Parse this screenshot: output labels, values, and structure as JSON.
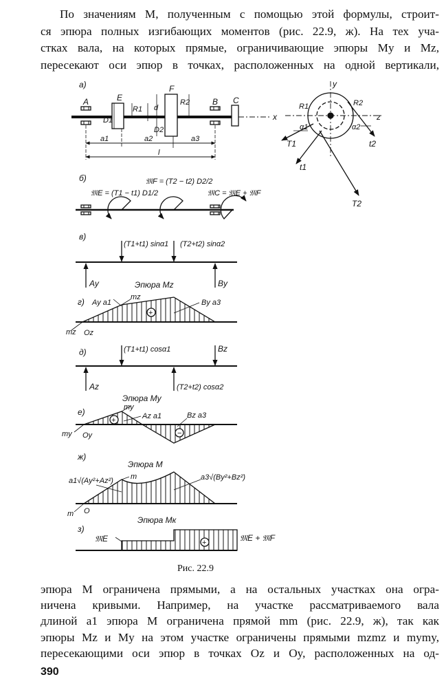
{
  "text_top": [
    "По значениям M, полученным с помощью этой формулы, строит-",
    "ся эпюра полных изгибающих моментов (рис. 22.9, ж). На тех уча-",
    "стках вала, на которых прямые, ограничивающие эпюры My и Mz,",
    "пересекают оси эпюр в точках, расположенных на одной вертикали,"
  ],
  "text_bottom": [
    "эпюра M ограничена прямыми, а на остальных участках она огра-",
    "ничена кривыми. Например, на участке рассматриваемого вала",
    "длиной a1 эпюра M ограничена прямой mm (рис. 22.9, ж), так как",
    "эпюры Mz и My на этом участке ограничены прямыми mzmz и mymy,",
    "пересекающими оси эпюр в точках Oz и Oy, расположенных на од-"
  ],
  "page_number": "390",
  "figure": {
    "caption": "Рис. 22.9",
    "a": {
      "label": "а)",
      "A": "A",
      "E": "E",
      "F": "F",
      "B": "B",
      "C": "C",
      "R1": "R1",
      "R2": "R2",
      "d": "d",
      "D1": "D1",
      "D2": "D2",
      "x": "x",
      "a1": "a1",
      "a2": "a2",
      "a3": "a3",
      "l": "l"
    },
    "pulley": {
      "y": "y",
      "z": "z",
      "R1": "R1",
      "R2": "R2",
      "alpha1": "α1",
      "alpha2": "α2",
      "T1": "T1",
      "t1": "t1",
      "T2": "T2",
      "t2": "t2"
    },
    "b": {
      "label": "б)",
      "mE": "𝔐E = (T1 − t1) D1/2",
      "mF": "𝔐F = (T2 − t2) D2/2",
      "mC": "𝔐C = 𝔐E + 𝔐F"
    },
    "v": {
      "label": "в)",
      "f1": "(T1+t1) sinα1",
      "f2": "(T2+t2) sinα2",
      "Ay": "Ay",
      "By": "By"
    },
    "g": {
      "label": "г)",
      "title": "Эпюра Mz",
      "Aya1": "Ay a1",
      "Bya3": "By a3",
      "mz1": "mz",
      "mz2": "mz",
      "Oz": "Oz",
      "sign": "+"
    },
    "d": {
      "label": "д)",
      "f1": "(T1+t1) cosα1",
      "f2": "(T2+t2) cosα2",
      "Az": "Az",
      "Bz": "Bz"
    },
    "e": {
      "label": "е)",
      "title": "Эпюра My",
      "Aza1": "Az a1",
      "Bza3": "Bz a3",
      "my1": "my",
      "my2": "my",
      "Oy": "Oy",
      "plus": "+",
      "minus": "−"
    },
    "zh": {
      "label": "ж)",
      "title": "Эпюра M",
      "left": "a1√(Ay²+Az²)",
      "right": "a3√(By²+Bz²)",
      "m1": "m",
      "m2": "m",
      "O": "O"
    },
    "z": {
      "label": "з)",
      "title": "Эпюра Mк",
      "mE": "𝔐E",
      "mEF": "𝔐E + 𝔐F",
      "sign": "+"
    }
  }
}
